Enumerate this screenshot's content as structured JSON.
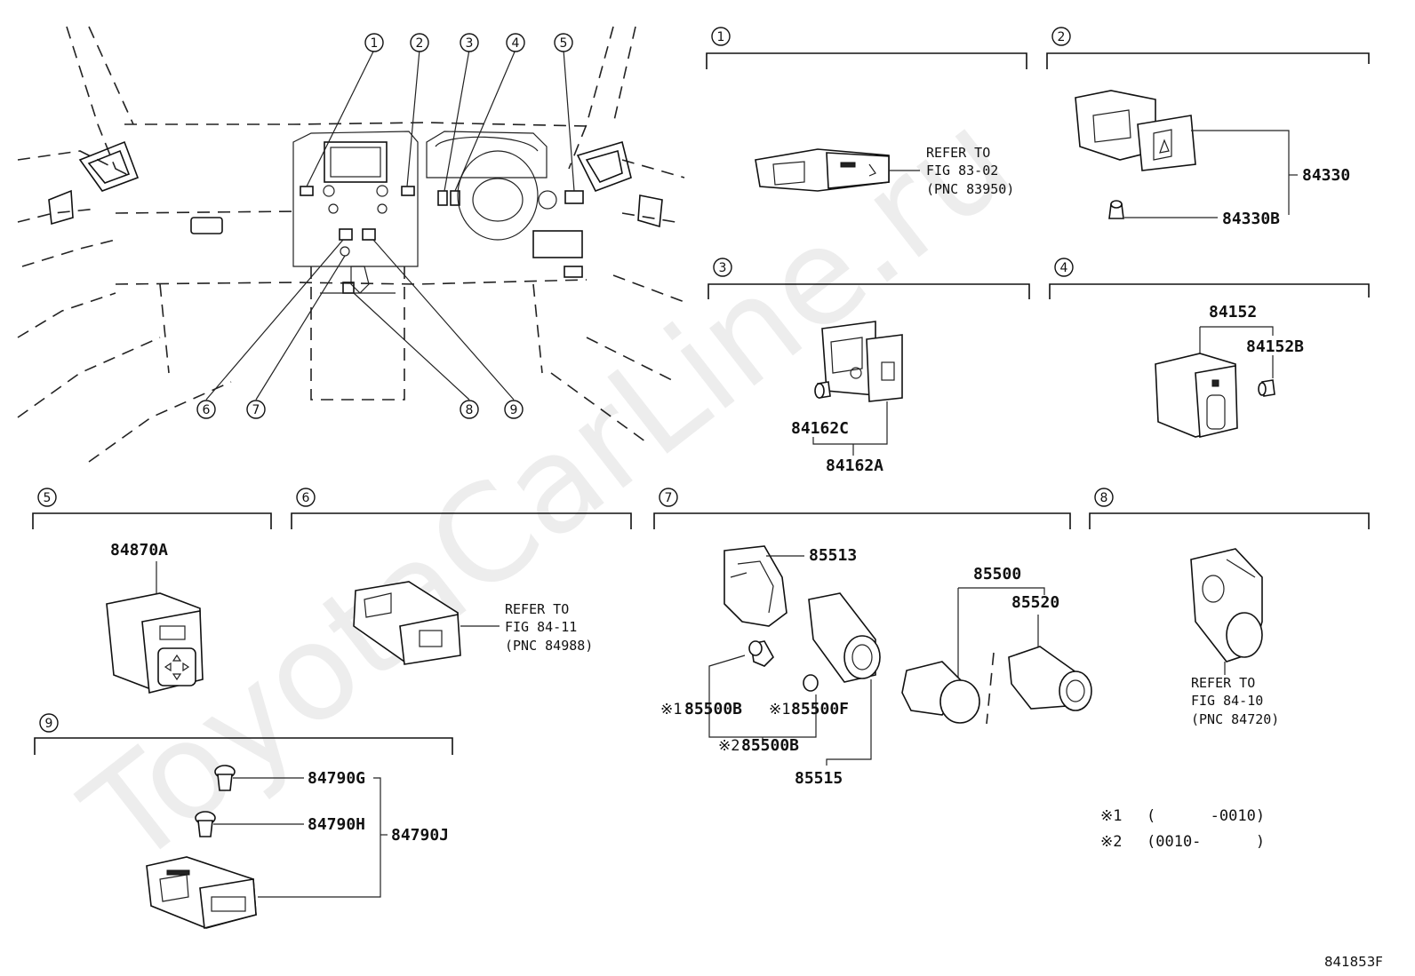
{
  "watermark": "ToyotaCarLine.ru",
  "diagram_code": "841853F",
  "overview_callouts": [
    "1",
    "2",
    "3",
    "4",
    "5",
    "6",
    "7",
    "8",
    "9"
  ],
  "sections": {
    "s1": {
      "number": "1",
      "refer": [
        "REFER TO",
        "FIG 83-02",
        "(PNC 83950)"
      ]
    },
    "s2": {
      "number": "2",
      "parts": [
        "84330",
        "84330B"
      ]
    },
    "s3": {
      "number": "3",
      "parts": [
        "84162C",
        "84162A"
      ]
    },
    "s4": {
      "number": "4",
      "parts": [
        "84152",
        "84152B"
      ]
    },
    "s5": {
      "number": "5",
      "parts": [
        "84870A"
      ]
    },
    "s6": {
      "number": "6",
      "refer": [
        "REFER TO",
        "FIG 84-11",
        "(PNC 84988)"
      ]
    },
    "s7": {
      "number": "7",
      "parts": [
        "85513",
        "85500",
        "85520",
        "85500B",
        "85500F",
        "85500B",
        "85515"
      ],
      "marks": [
        "※1",
        "※1",
        "※2"
      ]
    },
    "s8": {
      "number": "8",
      "refer": [
        "REFER TO",
        "FIG 84-10",
        "(PNC 84720)"
      ]
    },
    "s9": {
      "number": "9",
      "parts": [
        "84790G",
        "84790H",
        "84790J"
      ]
    }
  },
  "notes": [
    {
      "mark": "※1",
      "range": "(      -0010)"
    },
    {
      "mark": "※2",
      "range": "(0010-      )"
    }
  ]
}
